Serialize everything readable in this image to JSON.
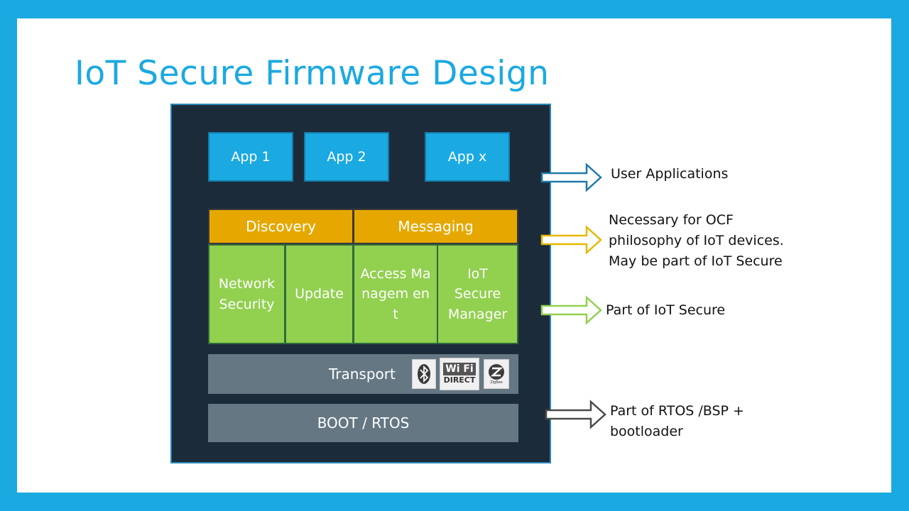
{
  "title": "IoT Secure Firmware Design",
  "apps": [
    "App 1",
    "App 2",
    "App x"
  ],
  "middleware": [
    "Discovery",
    "Messaging"
  ],
  "components": [
    "Network Security",
    "Update",
    "Access Managem ent",
    "IoT Secure Manager"
  ],
  "transport": {
    "label": "Transport",
    "protocol_icons": [
      {
        "name": "bluetooth-icon"
      },
      {
        "name": "wifi-direct-icon",
        "line1": "Wi Fi",
        "line2": "DIRECT"
      },
      {
        "name": "zigbee-icon",
        "caption": "ZigBee"
      }
    ]
  },
  "boot": "BOOT / RTOS",
  "annotations": [
    {
      "text": "User Applications",
      "color": "#1f7aa8"
    },
    {
      "text": "Necessary for OCF philosophy of IoT devices. May be part  of IoT Secure",
      "color": "#e6a800"
    },
    {
      "text": "Part of IoT Secure",
      "color": "#92d050"
    },
    {
      "text": "Part of RTOS /BSP + bootloader",
      "color": "#4a4a4a"
    }
  ]
}
